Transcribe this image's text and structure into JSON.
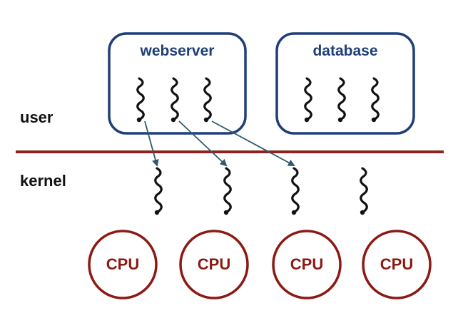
{
  "labels": {
    "user": "user",
    "kernel": "kernel"
  },
  "processes": [
    {
      "name": "webserver",
      "threads": 3
    },
    {
      "name": "database",
      "threads": 3
    }
  ],
  "kernel_threads": 4,
  "cpus": [
    "CPU",
    "CPU",
    "CPU",
    "CPU"
  ],
  "mappings": [
    {
      "from_process": 0,
      "from_thread": 0,
      "to_kernel_thread": 0
    },
    {
      "from_process": 0,
      "from_thread": 1,
      "to_kernel_thread": 1
    },
    {
      "from_process": 0,
      "from_thread": 2,
      "to_kernel_thread": 2
    }
  ],
  "colors": {
    "box": "#1f3f78",
    "divider": "#8b2420",
    "cpu": "#8b1a14",
    "arrow": "#2f5a6a",
    "thread": "#111111"
  }
}
